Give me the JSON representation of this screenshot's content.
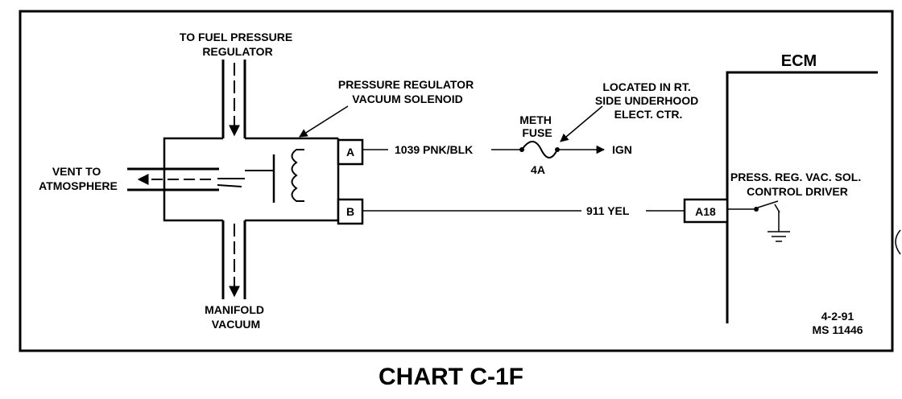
{
  "diagram": {
    "fuel_regulator_label": [
      "TO FUEL PRESSURE",
      "REGULATOR"
    ],
    "manifold_label": [
      "MANIFOLD",
      "VACUUM"
    ],
    "vent_label": [
      "VENT TO",
      "ATMOSPHERE"
    ],
    "solenoid_label": [
      "PRESSURE REGULATOR",
      "VACUUM SOLENOID"
    ],
    "pin_a": "A",
    "pin_b": "B",
    "wire_a": "1039 PNK/BLK",
    "wire_b": "911 YEL",
    "fuse_label": [
      "METH",
      "FUSE"
    ],
    "fuse_rating": "4A",
    "ign_label": "IGN",
    "location_label": [
      "LOCATED IN RT.",
      "SIDE UNDERHOOD",
      "ELECT. CTR."
    ],
    "ecm_label": "ECM",
    "ecm_pin": "A18",
    "driver_label": [
      "PRESS. REG. VAC. SOL.",
      "CONTROL DRIVER"
    ],
    "date": "4-2-91",
    "ms_number": "MS 11446"
  },
  "chart_title": "CHART C-1F"
}
